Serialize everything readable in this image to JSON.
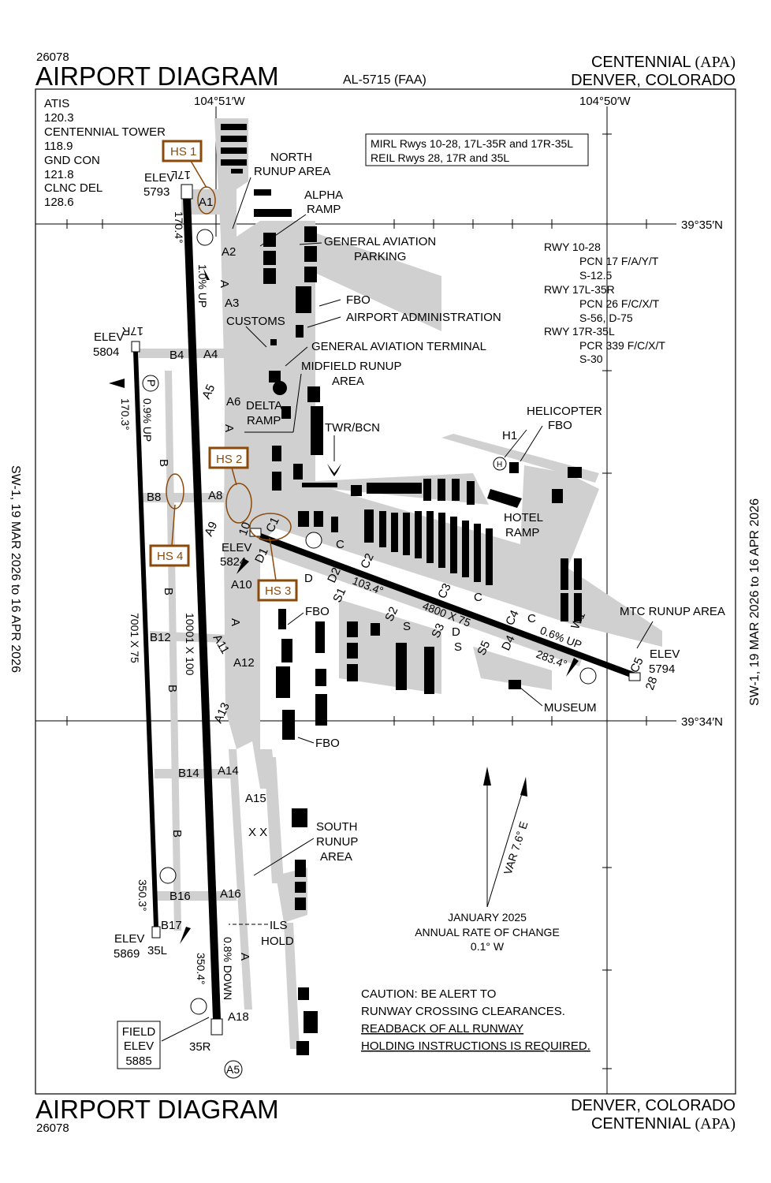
{
  "header": {
    "number": "26078",
    "title": "AIRPORT DIAGRAM",
    "chart_id": "AL-5715 (FAA)",
    "airport_name": "CENTENNIAL",
    "airport_id": "(APA)",
    "city": "DENVER, COLORADO"
  },
  "footer": {
    "number": "26078",
    "title": "AIRPORT DIAGRAM",
    "airport_name": "CENTENNIAL",
    "airport_id": "(APA)",
    "city": "DENVER, COLORADO"
  },
  "effective_dates": {
    "left": "SW-1, 19 MAR 2026 to 16 APR 2026",
    "right": "SW-1, 19 MAR 2026 to 16 APR 2026"
  },
  "frequencies": [
    "ATIS",
    "120.3",
    "CENTENNIAL TOWER",
    "118.9",
    "GND CON",
    "121.8",
    "CLNC DEL",
    "128.6"
  ],
  "coordinates": {
    "lon": [
      "104°51′W",
      "104°50′W"
    ],
    "lat": [
      "39°35′N",
      "39°34′N"
    ]
  },
  "lighting": [
    "MIRL Rwys 10-28, 17L-35R and 17R-35L",
    "REIL Rwys 28, 17R and 35L"
  ],
  "runway_data": [
    "RWY 10-28",
    "PCN 17 F/A/Y/T",
    "S-12.5",
    "RWY 17L-35R",
    "PCN 26 F/C/X/T",
    "S-56, D-75",
    "RWY 17R-35L",
    "PCR 339 F/C/X/T",
    "S-30"
  ],
  "hot_spots": [
    "HS 1",
    "HS 2",
    "HS 3",
    "HS 4"
  ],
  "runways": {
    "r17l": {
      "id": "17L",
      "elev_label": "ELEV",
      "elev": "5793",
      "heading": "170.4°",
      "gradient": "1.0% UP",
      "dims": "10001 X 100"
    },
    "r35r": {
      "id": "35R",
      "heading": "350.4°",
      "gradient": "0.8% DOWN"
    },
    "r17r": {
      "id": "17R",
      "elev_label": "ELEV",
      "elev": "5804",
      "heading": "170.3°",
      "gradient": "0.9% UP",
      "dims": "7001 X 75"
    },
    "r35l": {
      "id": "35L",
      "elev_label": "ELEV",
      "elev": "5869",
      "heading": "350.3°"
    },
    "r10": {
      "id": "10",
      "elev_label": "ELEV",
      "elev": "5824",
      "heading": "103.4°",
      "dims": "4800 X 75"
    },
    "r28": {
      "id": "28",
      "elev_label": "ELEV",
      "elev": "5794",
      "heading": "283.4°",
      "gradient": "0.6% UP"
    }
  },
  "taxiways": [
    "A1",
    "A2",
    "A3",
    "A4",
    "A5",
    "A6",
    "A8",
    "A9",
    "A10",
    "A11",
    "A12",
    "A13",
    "A14",
    "A15",
    "A16",
    "A18",
    "B4",
    "B8",
    "B12",
    "B14",
    "B16",
    "B17",
    "C1",
    "C2",
    "C3",
    "C4",
    "C5",
    "D1",
    "D2",
    "D4",
    "S1",
    "S2",
    "S3",
    "S5",
    "W1",
    "H1",
    "C",
    "C",
    "C",
    "D",
    "D",
    "S",
    "S",
    "A",
    "A",
    "A",
    "A",
    "B",
    "B",
    "B",
    "B",
    "X X"
  ],
  "areas": {
    "north_runup": [
      "NORTH",
      "RUNUP AREA"
    ],
    "alpha_ramp": [
      "ALPHA",
      "RAMP"
    ],
    "ga_parking": [
      "GENERAL AVIATION",
      "PARKING"
    ],
    "fbo1": "FBO",
    "admin": "AIRPORT ADMINISTRATION",
    "customs": "CUSTOMS",
    "ga_terminal": "GENERAL AVIATION TERMINAL",
    "midfield": [
      "MIDFIELD RUNUP",
      "AREA"
    ],
    "delta_ramp": [
      "DELTA",
      "RAMP"
    ],
    "twr": "TWR/BCN",
    "heli_fbo": [
      "HELICOPTER",
      "FBO"
    ],
    "hotel_ramp": [
      "HOTEL",
      "RAMP"
    ],
    "mtc": "MTC RUNUP AREA",
    "fbo2": "FBO",
    "museum": "MUSEUM",
    "fbo3": "FBO",
    "south_runup": [
      "SOUTH",
      "RUNUP",
      "AREA"
    ],
    "ils_hold": [
      "ILS",
      "HOLD"
    ],
    "heli_symbol": "H",
    "p": "P",
    "as": "A5"
  },
  "magvar": {
    "var": "VAR 7.6° E",
    "date": "JANUARY 2025",
    "rate_label": "ANNUAL RATE OF CHANGE",
    "rate": "0.1° W"
  },
  "field_elev": [
    "FIELD",
    "ELEV",
    "5885"
  ],
  "caution": [
    "CAUTION: BE ALERT TO",
    "RUNWAY CROSSING CLEARANCES.",
    "READBACK OF ALL RUNWAY",
    "HOLDING INSTRUCTIONS IS REQUIRED."
  ],
  "colors": {
    "hot_spot": "#8b4a0a",
    "pavement": "#d0d0d0"
  }
}
